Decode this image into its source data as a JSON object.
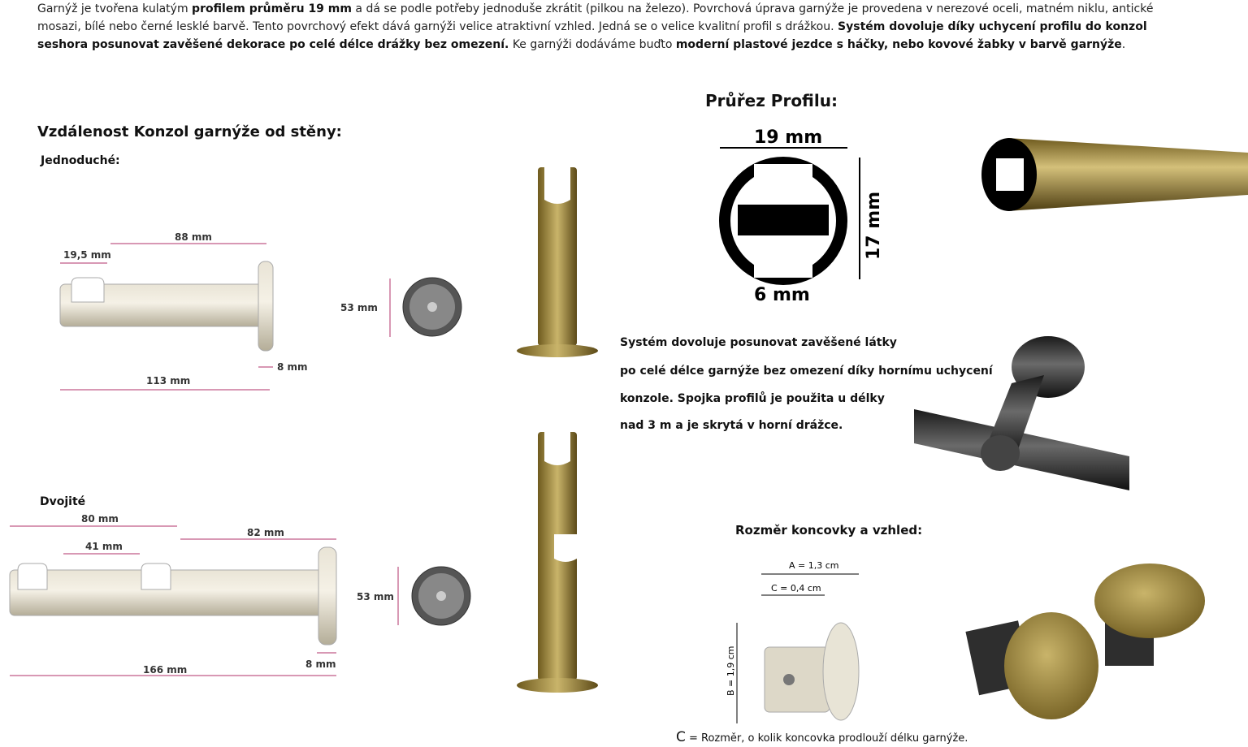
{
  "intro": {
    "p1": "Garnýž je tvořena kulatým ",
    "b1": "profilem průměru 19 mm",
    "p2": " a dá se podle potřeby jednoduše zkrátit (pilkou na železo). Povrchová úprava garnýže je provedena v nerezové oceli, matném niklu, antické mosazi, bílé nebo černé lesklé barvě. Tento povrchový efekt dává garnýži velice atraktivní vzhled. Jedná se o velice kvalitní profil s drážkou. ",
    "b2": "Systém dovoluje díky uchycení profilu do konzol seshora posunovat zavěšené dekorace po celé délce drážky bez omezení.",
    "p3": " Ke garnýži dodáváme buďto ",
    "b3": "moderní plastové jezdce s háčky, nebo kovové žabky v barvě garnýže",
    "p4": "."
  },
  "headings": {
    "distance": "Vzdálenost Konzol garnýže od stěny:",
    "single": "Jednoduché:",
    "double": "Dvojité",
    "profile": "Průřez Profilu:",
    "endcap": "Rozměr koncovky a vzhled:"
  },
  "single_dims": {
    "a": "19,5 mm",
    "b": "88 mm",
    "c": "113 mm",
    "d": "8 mm",
    "plate": "53 mm"
  },
  "double_dims": {
    "a": "80 mm",
    "b": "41 mm",
    "c": "82 mm",
    "d": "166 mm",
    "e": "8 mm",
    "plate": "53 mm"
  },
  "profile_dims": {
    "width": "19 mm",
    "height": "17 mm",
    "slot": "6 mm"
  },
  "system_text": [
    "Systém dovoluje posunovat zavěšené látky",
    "po celé délce garnýže bez omezení díky hornímu uchycení",
    "konzole. Spojka profilů je použita u délky",
    " nad 3 m a je skrytá v horní drážce."
  ],
  "endcap_dims": {
    "a": "A = 1,3 cm",
    "c": "C = 0,4 cm",
    "b": "B = 1,9 cm",
    "note_letter": "C",
    "note_text": " = Rozměr, o kolik koncovka prodlouží délku garnýže."
  },
  "colors": {
    "brass_dark": "#6e5a1e",
    "brass_light": "#c9b46a",
    "nickel": "#cfc8b4",
    "dim_line": "#b0306a",
    "black_rod": "#2a2a2a"
  }
}
